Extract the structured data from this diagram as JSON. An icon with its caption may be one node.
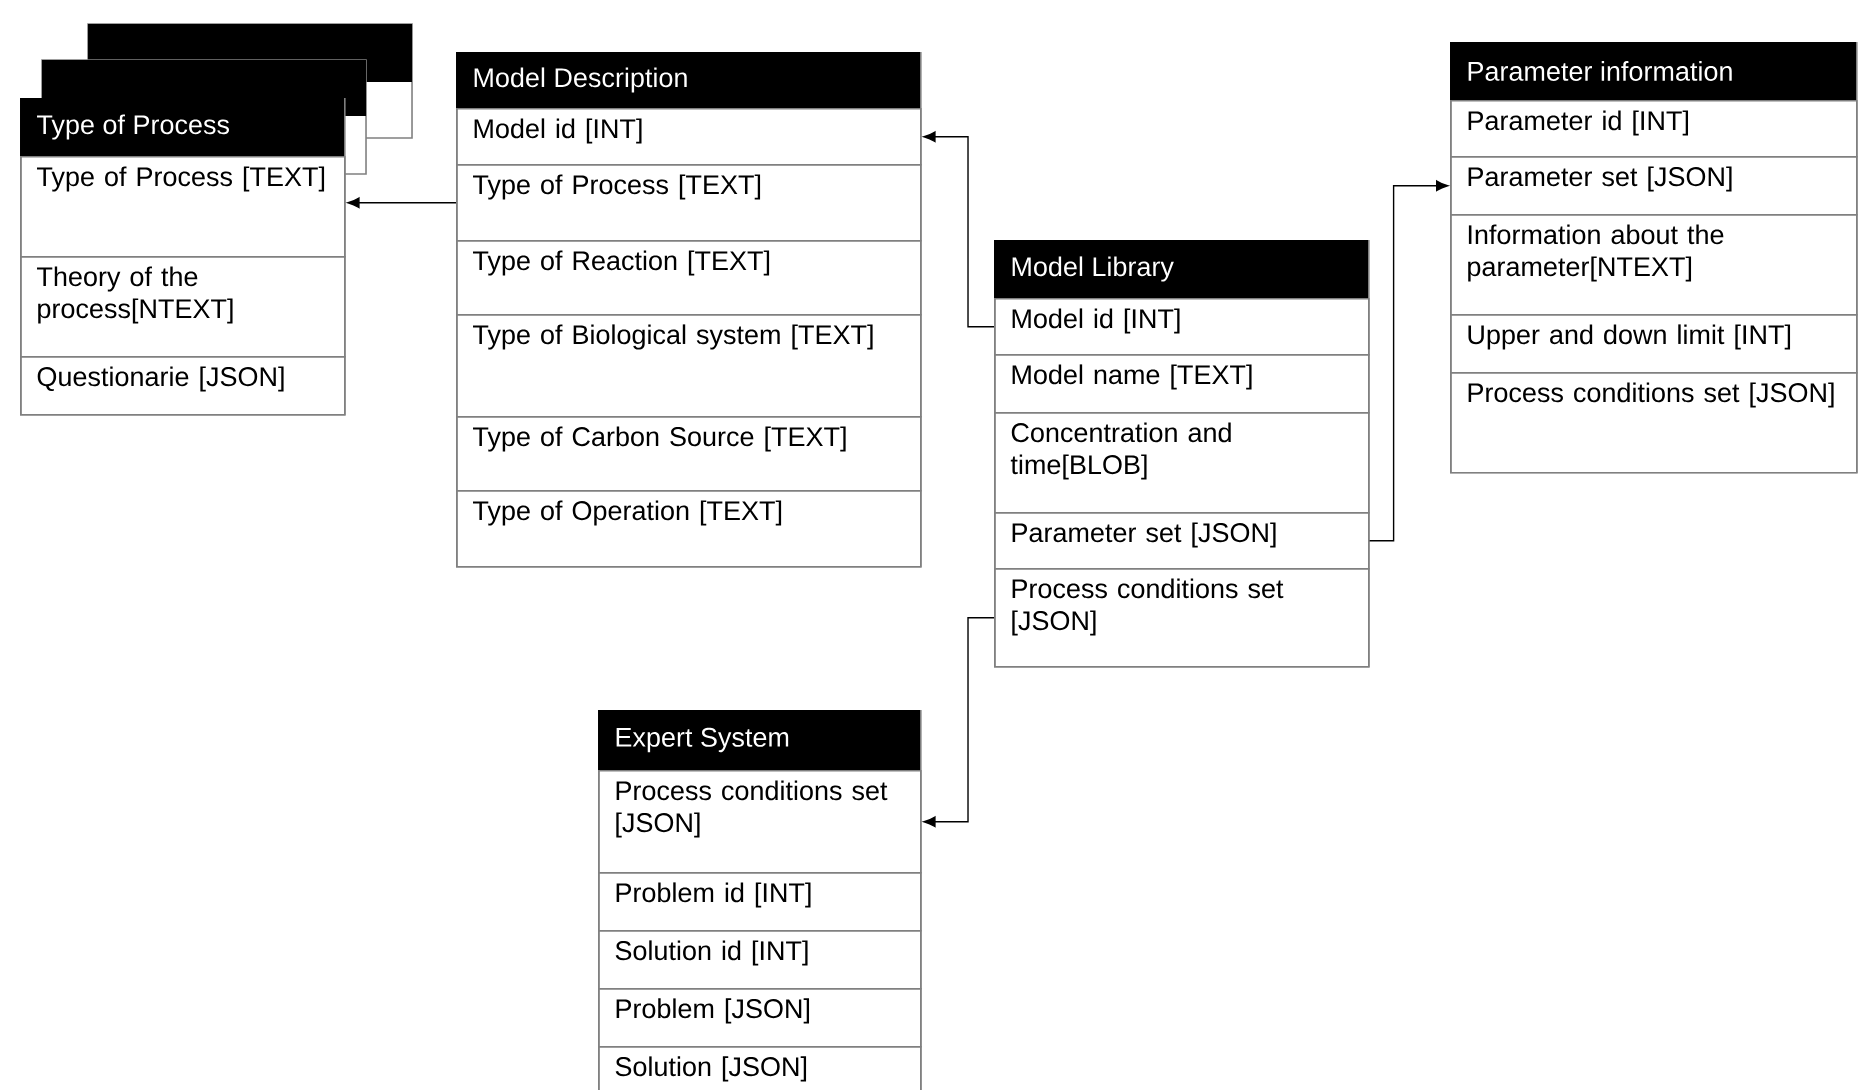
{
  "diagram": {
    "nodes": [
      {
        "text": [
          "Type of Process"
        ]
      },
      {
        "text": [
          "Type of Process [TEXT]"
        ],
        "in": 0
      },
      {
        "text": [
          "Theory of the process[NTEXT]"
        ],
        "in": 0
      },
      {
        "text": [
          "Questionarie [JSON]"
        ],
        "in": 0
      },
      {
        "text": [
          "Model Description"
        ]
      },
      {
        "text": [
          "Model id [INT]"
        ],
        "in": 4
      },
      {
        "text": [
          "Type of Process [TEXT]"
        ],
        "in": 4
      },
      {
        "text": [
          "Type of Reaction [TEXT]"
        ],
        "in": 4
      },
      {
        "text": [
          "Type of Biological system [TEXT]"
        ],
        "in": 4
      },
      {
        "text": [
          "Type of Carbon Source [TEXT]"
        ],
        "in": 4
      },
      {
        "text": [
          "Type of Operation [TEXT]"
        ],
        "in": 4
      },
      {
        "text": [
          "Model Library"
        ]
      },
      {
        "text": [
          "Model id [INT]"
        ],
        "in": 11
      },
      {
        "text": [
          "Model name [TEXT]"
        ],
        "in": 11
      },
      {
        "text": [
          "Concentration and time[BLOB]"
        ],
        "in": 11
      },
      {
        "text": [
          "Parameter set [JSON]"
        ],
        "in": 11
      },
      {
        "text": [
          "Process conditions set [JSON]"
        ],
        "in": 11
      },
      {
        "text": [
          "Parameter information"
        ]
      },
      {
        "text": [
          "Parameter id [INT]"
        ],
        "in": 17
      },
      {
        "text": [
          "Parameter set [JSON]"
        ],
        "in": 17
      },
      {
        "text": [
          "Information about the parameter[NTEXT]"
        ],
        "in": 17
      },
      {
        "text": [
          "Upper and down limit [INT]"
        ],
        "in": 17
      },
      {
        "text": [
          "Process conditions set [JSON]"
        ],
        "in": 17
      },
      {
        "text": [
          "Expert System"
        ]
      },
      {
        "text": [
          "Process conditions set [JSON]"
        ],
        "in": 23
      },
      {
        "text": [
          "Problem id [INT]"
        ],
        "in": 23
      },
      {
        "text": [
          "Solution id [INT]"
        ],
        "in": 23
      },
      {
        "text": [
          "Problem [JSON]"
        ],
        "in": 23
      },
      {
        "text": [
          "Solution [JSON]"
        ],
        "in": 23
      }
    ],
    "edges": [
      {
        "from": 6,
        "to": 1,
        "arrow": "to"
      },
      {
        "from": 12,
        "to": 5,
        "arrow": "to"
      },
      {
        "from": 15,
        "to": 19,
        "arrow": "to"
      },
      {
        "from": 16,
        "to": 24,
        "arrow": "to"
      }
    ]
  }
}
